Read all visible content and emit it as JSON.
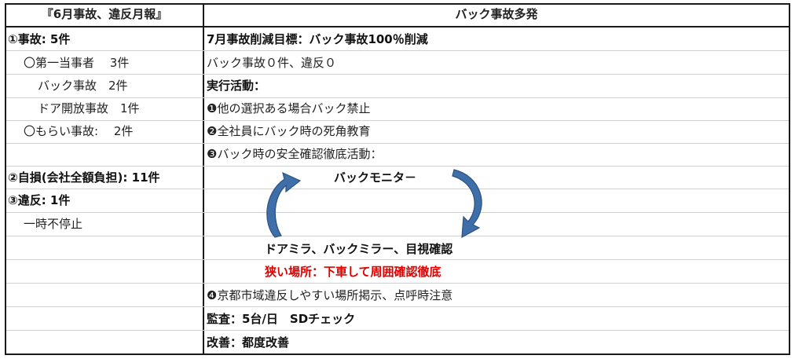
{
  "left_header": "『6月事故、違反月報』",
  "right_header": "バック事故多発",
  "left_rows": [
    "①事故: 5件",
    "〇第一当事者　 3件",
    "バック事故　2件",
    "ドア開放事故　1件",
    "〇もらい事故:　 2件",
    "②自損(会社全額負担): 11件",
    "③違反: 1件",
    "一時不停止"
  ],
  "right_rows": [
    "7月事故削減目標：バック事故100％削減",
    "バック事故０件、違反０",
    "実行活動：",
    "❶他の選択ある場合バック禁止",
    "❷全社員にバック時の死角教育",
    "❸バック時の安全確認徹底活動：",
    "バックモニタ－",
    "ドアミラ、バックミラー、目視確認",
    "狭い場所：下車して周囲確認徹底",
    "❹京都市域違反しやすい場所掲示、点呼時注意",
    "監査：5台/日　SDチェック",
    "改善：都度改善"
  ],
  "colors": {
    "border": "#1a1a1a",
    "grid": "#d0d0d0",
    "warning": "#e00000",
    "arrow_fill": "#3f6fa8"
  }
}
